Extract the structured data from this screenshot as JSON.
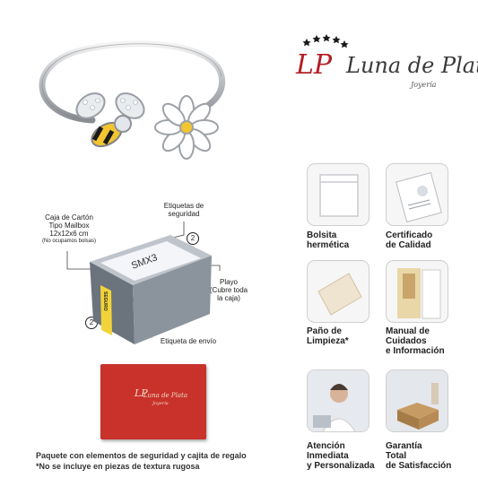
{
  "brand": {
    "monogram": "LP",
    "name": "Luna de Plata",
    "subtitle": "Joyería"
  },
  "box_diagram": {
    "box_label": "Caja de Cartón\nTipo Mailbox\n12x12x6 cm",
    "box_note": "(No ocupamos bolsas)",
    "security_label": "Etiquetas de\nseguridad",
    "wrap_label": "Playo\n(Cubre toda\nla caja)",
    "shipping_label": "Etiqueta de envío",
    "badge_count": "2",
    "sticker_code": "SMX3",
    "sticker_side": "SEGURO"
  },
  "features": [
    {
      "label": "Bolsita\nhermética",
      "icon": "plastic-bag-icon"
    },
    {
      "label": "Certificado\nde Calidad",
      "icon": "certificate-icon"
    },
    {
      "label": "Paño de\nLimpieza*",
      "icon": "cleaning-cloth-icon"
    },
    {
      "label": "Manual de\nCuidados\ne Información",
      "icon": "care-manual-icon"
    },
    {
      "label": "Atención\nInmediata\ny Personalizada",
      "icon": "customer-service-icon"
    },
    {
      "label": "Garantía\nTotal\nde Satisfacción",
      "icon": "satisfaction-box-icon"
    }
  ],
  "gift_box": {
    "monogram": "LP",
    "name": "Luna de Plata",
    "subtitle": "Joyería"
  },
  "footer": {
    "line1": "Paquete con elementos de seguridad y cajita de regalo",
    "line2": "*No se incluye en piezas de textura rugosa"
  },
  "colors": {
    "brand_red": "#b31e24",
    "gift_red": "#c8322b",
    "silver": "#c9ccd1",
    "bee_yellow": "#f2c531"
  }
}
